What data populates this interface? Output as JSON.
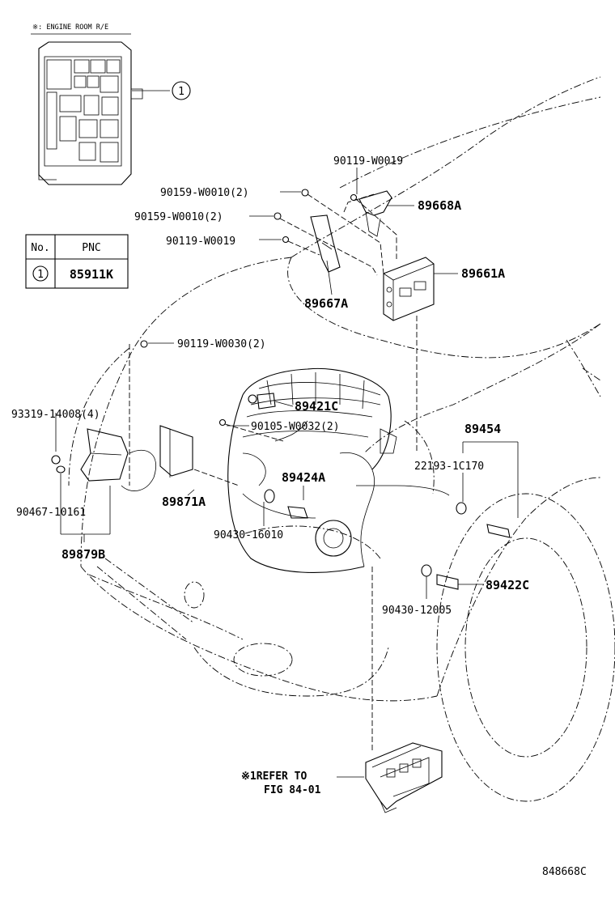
{
  "header_note": "※: ENGINE ROOM R/E",
  "pnc_table": {
    "col_no": "No.",
    "col_pnc": "PNC",
    "rows": [
      {
        "no": "1",
        "pnc": "85911K"
      }
    ]
  },
  "callout_1": "1",
  "parts": [
    {
      "id": "p_90119_w0019_top",
      "text": "90119-W0019",
      "style": "ref"
    },
    {
      "id": "p_90159_a",
      "text": "90159-W0010(2)",
      "style": "ref"
    },
    {
      "id": "p_90159_b",
      "text": "90159-W0010(2)",
      "style": "ref"
    },
    {
      "id": "p_90119_w0019",
      "text": "90119-W0019",
      "style": "ref"
    },
    {
      "id": "p_89668a",
      "text": "89668A",
      "style": "part"
    },
    {
      "id": "p_89661a",
      "text": "89661A",
      "style": "part"
    },
    {
      "id": "p_89667a",
      "text": "89667A",
      "style": "part"
    },
    {
      "id": "p_90119_w0030",
      "text": "90119-W0030(2)",
      "style": "ref"
    },
    {
      "id": "p_89421c",
      "text": "89421C",
      "style": "part"
    },
    {
      "id": "p_93319",
      "text": "93319-14008(4)",
      "style": "ref"
    },
    {
      "id": "p_90105",
      "text": "90105-W0032(2)",
      "style": "ref"
    },
    {
      "id": "p_89454",
      "text": "89454",
      "style": "part"
    },
    {
      "id": "p_22193",
      "text": "22193-1C170",
      "style": "ref"
    },
    {
      "id": "p_89424a",
      "text": "89424A",
      "style": "part"
    },
    {
      "id": "p_89871a",
      "text": "89871A",
      "style": "part"
    },
    {
      "id": "p_90467",
      "text": "90467-10161",
      "style": "ref"
    },
    {
      "id": "p_90430_16010",
      "text": "90430-16010",
      "style": "ref"
    },
    {
      "id": "p_89879b",
      "text": "89879B",
      "style": "part"
    },
    {
      "id": "p_89422c",
      "text": "89422C",
      "style": "part"
    },
    {
      "id": "p_90430_12005",
      "text": "90430-12005",
      "style": "ref"
    }
  ],
  "refer_note": {
    "line1": "※1REFER TO",
    "line2": "FIG 84-01"
  },
  "figure_id": "848668C"
}
